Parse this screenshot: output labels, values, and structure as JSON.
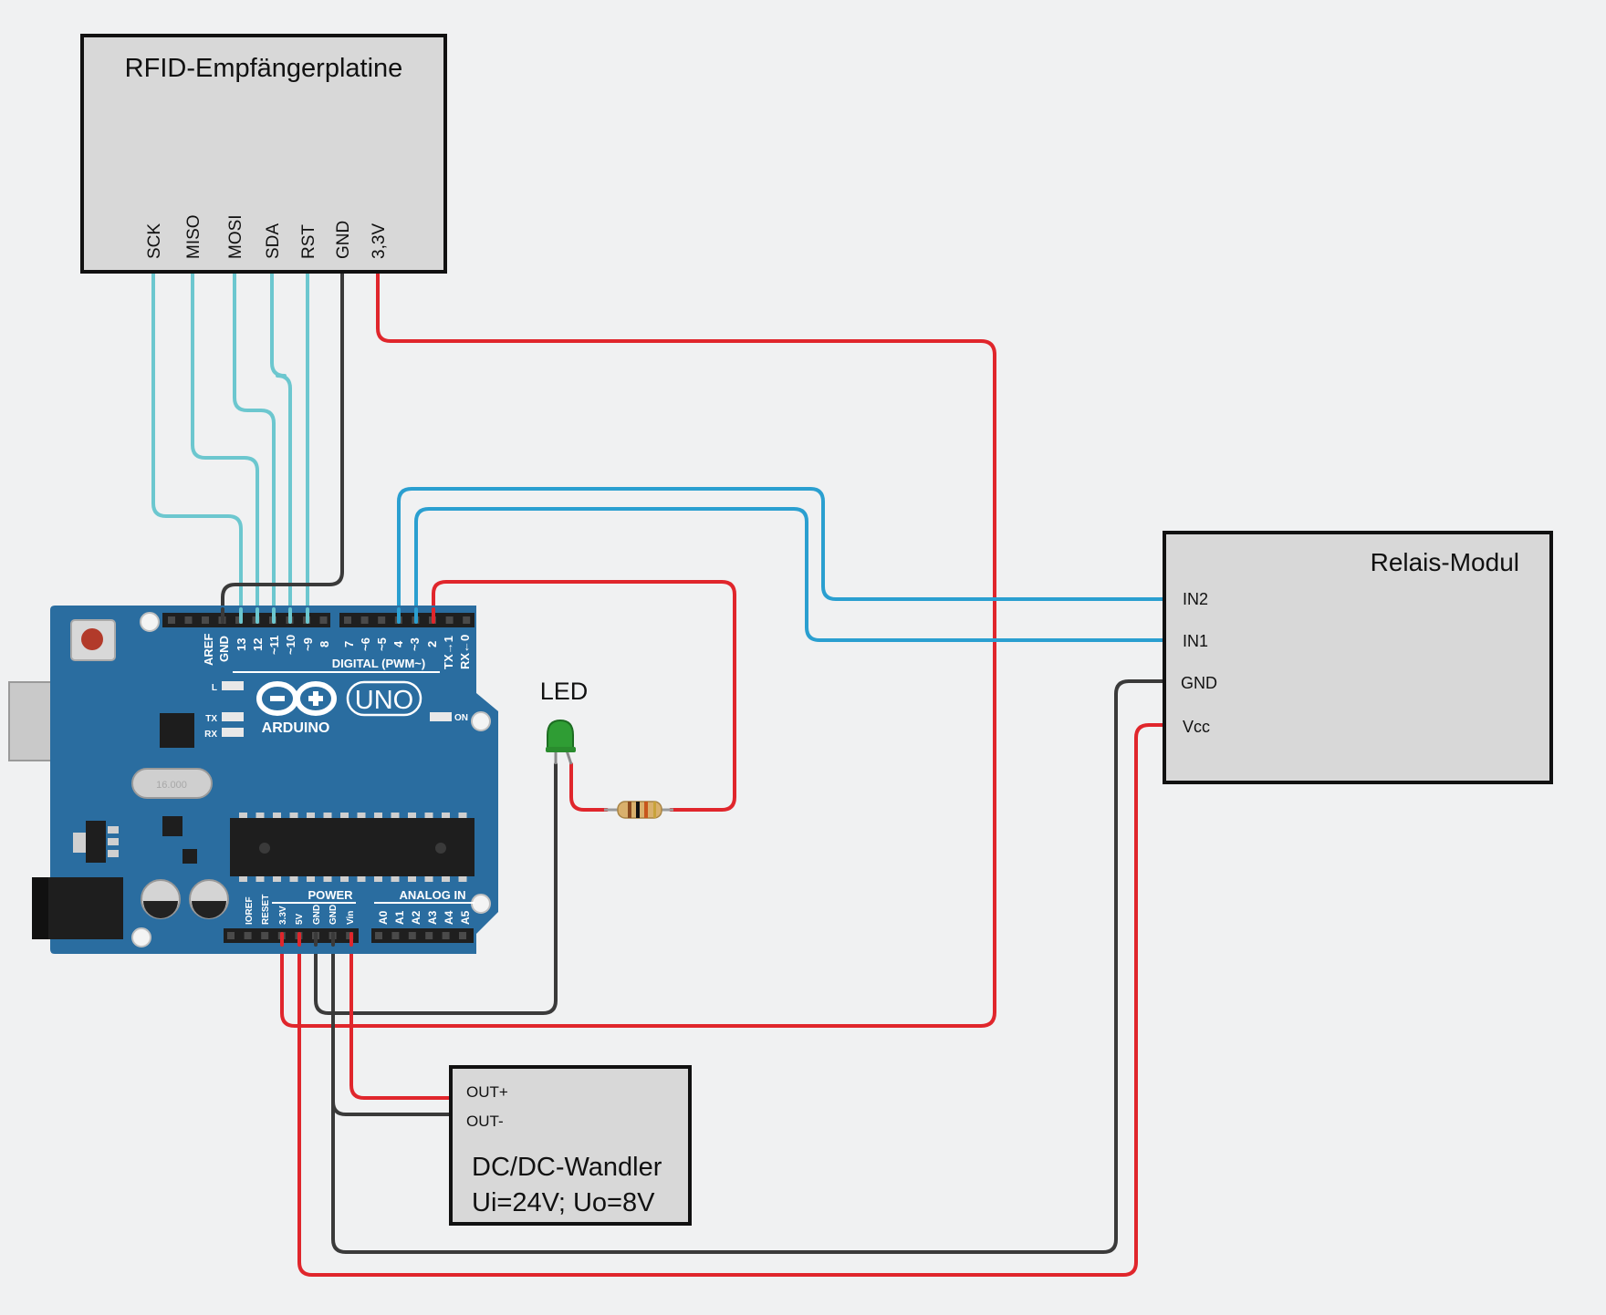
{
  "rfid": {
    "title": "RFID-Empfängerplatine",
    "pins": [
      "SCK",
      "MISO",
      "MOSI",
      "SDA",
      "RST",
      "GND",
      "3,3V"
    ]
  },
  "relay": {
    "title": "Relais-Modul",
    "pins": [
      "IN2",
      "IN1",
      "GND",
      "Vcc"
    ]
  },
  "dcdc": {
    "pin_out_plus": "OUT+",
    "pin_out_minus": "OUT-",
    "title_line1": "DC/DC-Wandler",
    "title_line2": "Ui=24V; Uo=8V"
  },
  "led": {
    "label": "LED"
  },
  "arduino": {
    "brand": "ARDUINO",
    "model": "UNO",
    "digital_label": "DIGITAL (PWM~)",
    "power_label": "POWER",
    "analog_label": "ANALOG IN",
    "led_l": "L",
    "led_tx": "TX",
    "led_rx": "RX",
    "led_on": "ON",
    "crystal": "16.000",
    "top_pins_left": [
      "AREF",
      "GND",
      "13",
      "12",
      "~11",
      "~10",
      "~9",
      "8"
    ],
    "top_pins_right": [
      "7",
      "~6",
      "~5",
      "4",
      "~3",
      "2",
      "TX→1",
      "RX←0"
    ],
    "power_pins": [
      "IOREF",
      "RESET",
      "3.3V",
      "5V",
      "GND",
      "GND",
      "Vin"
    ],
    "analog_pins": [
      "A0",
      "A1",
      "A2",
      "A3",
      "A4",
      "A5"
    ]
  },
  "colors": {
    "background": "#f0f1f2",
    "wire_red": "#e0262c",
    "wire_black": "#3a3a3a",
    "wire_cyan": "#6cc7cf",
    "wire_blue": "#2a9fd0",
    "module_fill": "#d8d8d8",
    "board_blue": "#2a6da0"
  }
}
